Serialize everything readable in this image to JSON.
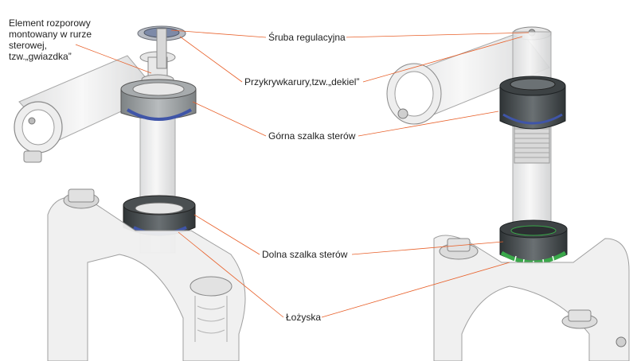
{
  "labels": {
    "spacer_line1": "Element rozporowy",
    "spacer_line2": "montowany w rurze",
    "spacer_line3": "sterowej,",
    "spacer_line4": "tzw.„gwiazdka”",
    "bolt": "Śruba regulacyjna",
    "cap": "Przykrywkarury,tzw.„dekiel”",
    "upper_cup": "Górna szalka sterów",
    "lower_cup": "Dolna szalka sterów",
    "bearings": "Łożyska"
  },
  "colors": {
    "leader_line": "#e8602a",
    "part_outline": "#9a9a9a",
    "bearing_blue": "#3f55a8",
    "bearing_green": "#3aa84a",
    "dark_cup": "#3d4244"
  }
}
